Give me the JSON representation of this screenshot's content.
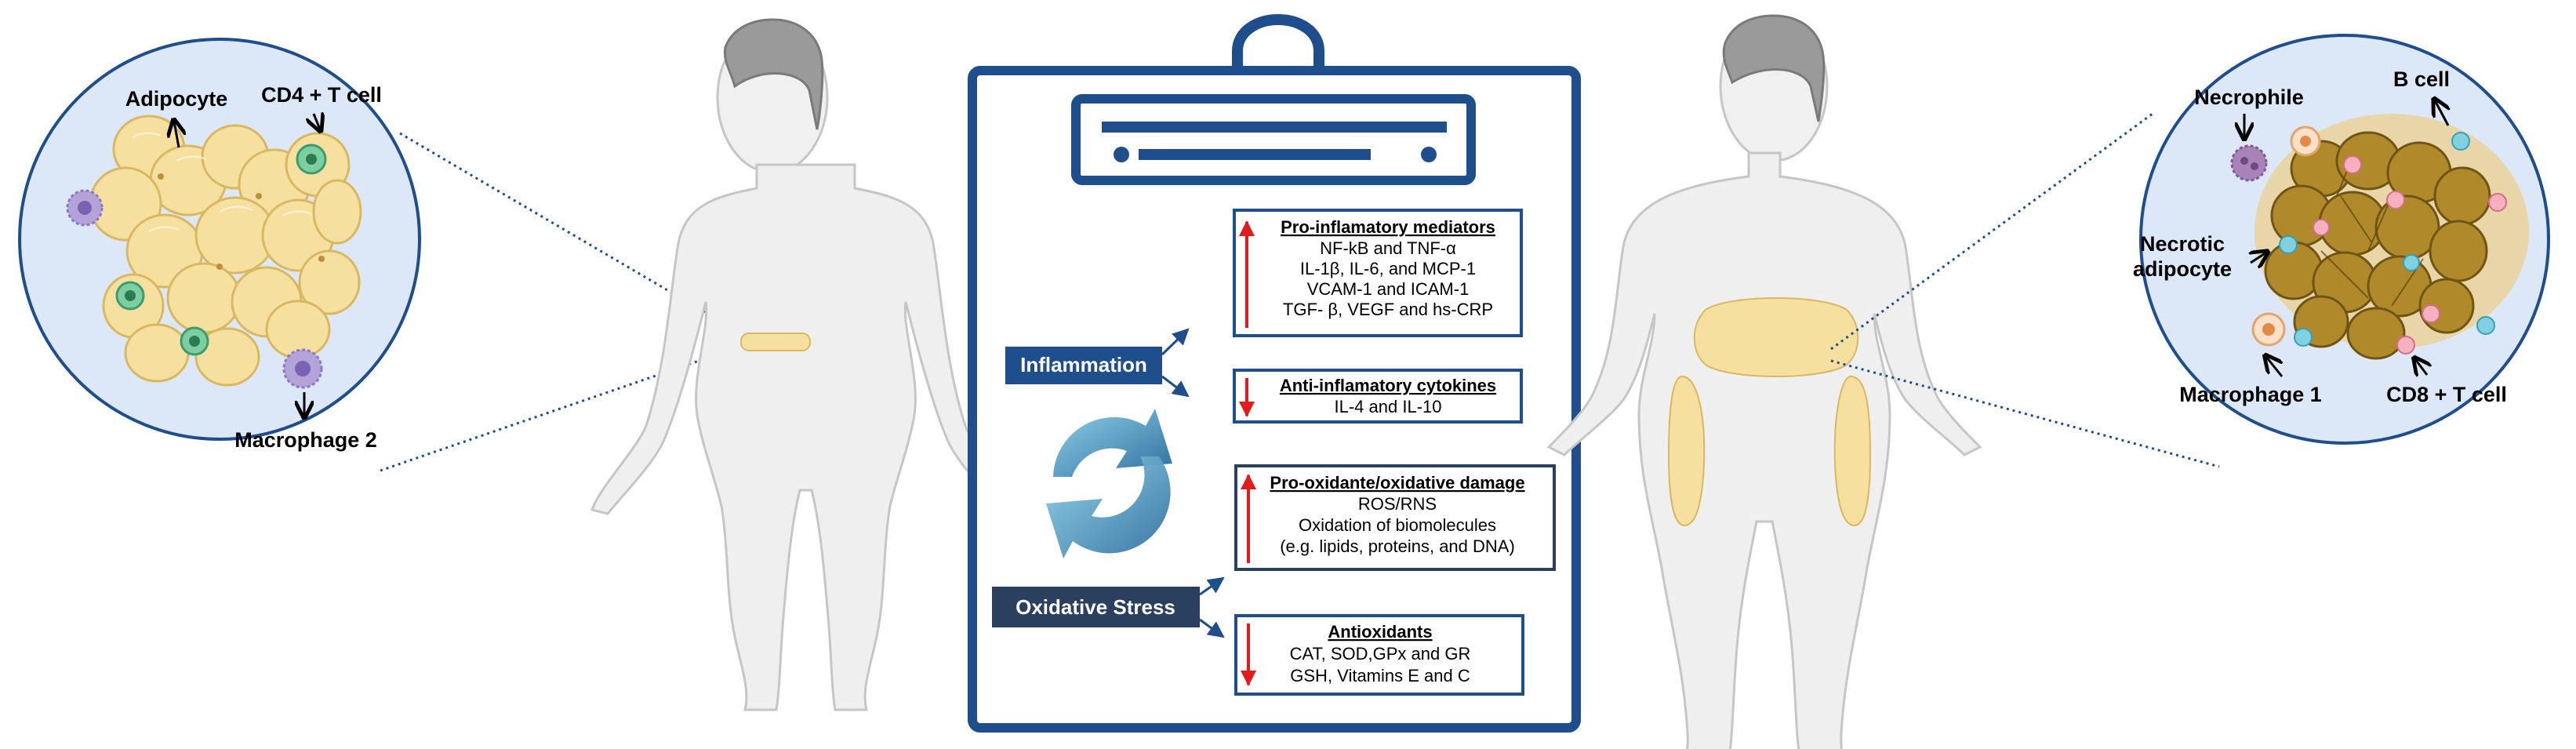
{
  "left_panel": {
    "labels": {
      "adipocyte": "Adipocyte",
      "cd4": "CD4 + T cell",
      "macrophage2": "Macrophage 2"
    }
  },
  "right_panel": {
    "labels": {
      "necrophile": "Necrophile",
      "bcell": "B cell",
      "necrotic_line1": "Necrotic",
      "necrotic_line2": "adipocyte",
      "macrophage1": "Macrophage 1",
      "cd8": "CD8 + T cell"
    }
  },
  "clipboard": {
    "inflammation_label": "Inflammation",
    "oxidative_label": "Oxidative Stress",
    "boxes": {
      "proinflam": {
        "title": "Pro-inflamatory  mediators",
        "lines": [
          "NF-kB and TNF-α",
          "IL-1β, IL-6, and MCP-1",
          "VCAM-1 and ICAM-1",
          "TGF- β, VEGF and hs-CRP"
        ]
      },
      "antiinflam": {
        "title": "Anti-inflamatory  cytokines",
        "lines": [
          "IL-4 and IL-10"
        ]
      },
      "prooxidant": {
        "title": "Pro-oxidante/oxidative  damage",
        "lines": [
          "ROS/RNS",
          "Oxidation of biomolecules",
          "(e.g. lipids, proteins, and DNA)"
        ]
      },
      "antioxidants": {
        "title": "Antioxidants",
        "lines": [
          "CAT, SOD,GPx and GR",
          "GSH, Vitamins E and C"
        ]
      }
    }
  },
  "colors": {
    "navy": "#1f4e8c",
    "dark_label": "#2b3f5e",
    "red_arrow": "#e21b1b",
    "adipocyte_fill": "#f7e3a8",
    "necrotic_fill": "#b08a2a",
    "circle_bg": "#dce7f7"
  }
}
